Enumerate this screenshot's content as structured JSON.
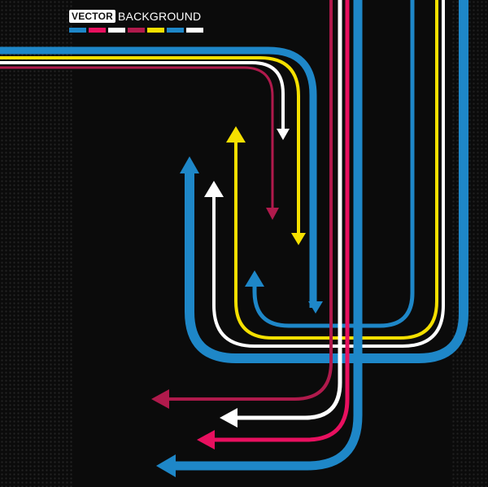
{
  "title": {
    "boxed_word": "VECTOR",
    "word": "BACKGROUND"
  },
  "colors": {
    "background": "#0b0b0b",
    "blue": "#1e87c8",
    "pink": "#e8105f",
    "maroon": "#b01a4c",
    "yellow": "#f5e000",
    "white": "#ffffff"
  },
  "swatches": [
    {
      "name": "blue",
      "color": "#1e87c8"
    },
    {
      "name": "pink",
      "color": "#e8105f"
    },
    {
      "name": "white",
      "color": "#ffffff"
    },
    {
      "name": "maroon",
      "color": "#b01a4c"
    },
    {
      "name": "yellow",
      "color": "#f5e000"
    },
    {
      "name": "blue",
      "color": "#1e87c8"
    },
    {
      "name": "white",
      "color": "#ffffff"
    }
  ]
}
